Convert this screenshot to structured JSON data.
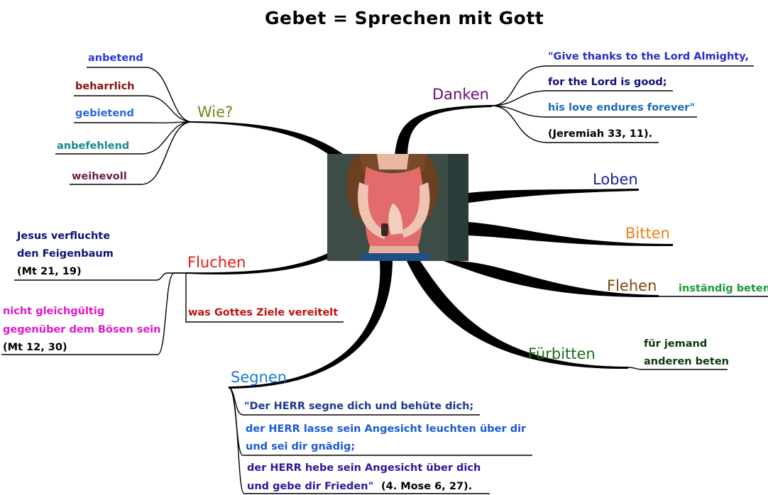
{
  "title": "Gebet = Sprechen mit Gott",
  "colors": {
    "wie": "#6b8a1c",
    "danken": "#6b0a7a",
    "loben": "#1c1c9c",
    "bitten": "#f07d18",
    "flehen": "#7a4a0a",
    "fuerbitten": "#1a6e1a",
    "segnen": "#1a78d8",
    "fluchen": "#e41818"
  },
  "branches": {
    "wie": {
      "label": "Wie?",
      "leaves": [
        "anbetend",
        "beharrlich",
        "gebietend",
        "anbefehlend",
        "weihevoll"
      ]
    },
    "danken": {
      "label": "Danken",
      "leaves": [
        "\"Give thanks to the Lord Almighty,",
        "for the Lord is good;",
        "his love endures forever\"",
        "(Jeremiah 33, 11)."
      ]
    },
    "loben": {
      "label": "Loben"
    },
    "bitten": {
      "label": "Bitten"
    },
    "flehen": {
      "label": "Flehen",
      "leaves": [
        "inständig beten"
      ]
    },
    "fuerbitten": {
      "label": "Fürbitten",
      "leaves": [
        "für jemand",
        "anderen beten"
      ]
    },
    "segnen": {
      "label": "Segnen",
      "leaves": [
        "\"Der HERR segne dich und behüte dich;",
        "der HERR lasse sein Angesicht leuchten über dir",
        "und sei dir gnädig;",
        "der HERR hebe sein Angesicht über dich",
        "und gebe dir Frieden\"",
        "(4. Mose 6, 27)."
      ]
    },
    "fluchen": {
      "label": "Fluchen",
      "leaves": [
        "Jesus verfluchte",
        "den Feigenbaum",
        "(Mt 21, 19)",
        "nicht gleichgültig",
        "gegenüber dem Bösen sein",
        "(Mt 12, 30)",
        "was Gottes Ziele vereitelt"
      ]
    }
  }
}
